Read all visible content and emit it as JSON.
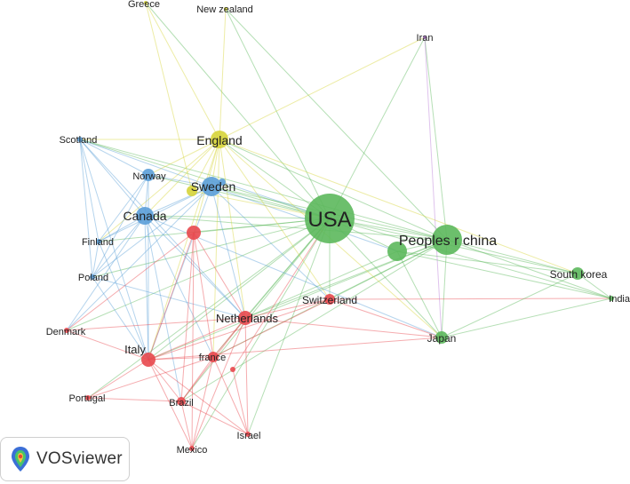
{
  "app": {
    "name": "VOSviewer"
  },
  "colors": {
    "yellow": "#d6d43a",
    "blue": "#5b9fd8",
    "red": "#e8484e",
    "green": "#5cb85c",
    "purple": "#b87ad8"
  },
  "nodes": [
    {
      "id": "greece",
      "label": "Greece",
      "cluster": "yellow",
      "weight": 1
    },
    {
      "id": "new-zealand",
      "label": "New zealand",
      "cluster": "yellow",
      "weight": 1
    },
    {
      "id": "iran",
      "label": "Iran",
      "cluster": "purple",
      "weight": 1
    },
    {
      "id": "england",
      "label": "England",
      "cluster": "yellow",
      "weight": 4
    },
    {
      "id": "scotland",
      "label": "Scotland",
      "cluster": "blue",
      "weight": 1
    },
    {
      "id": "norway",
      "label": "Norway",
      "cluster": "blue",
      "weight": 2
    },
    {
      "id": "sweden",
      "label": "Sweden",
      "cluster": "blue",
      "weight": 4
    },
    {
      "id": "canada",
      "label": "Canada",
      "cluster": "blue",
      "weight": 4
    },
    {
      "id": "usa",
      "label": "USA",
      "cluster": "green",
      "weight": 10
    },
    {
      "id": "peoples-r-china",
      "label": "Peoples r china",
      "cluster": "green",
      "weight": 7
    },
    {
      "id": "finland",
      "label": "Finland",
      "cluster": "blue",
      "weight": 1
    },
    {
      "id": "poland",
      "label": "Poland",
      "cluster": "blue",
      "weight": 1
    },
    {
      "id": "south-korea",
      "label": "South korea",
      "cluster": "green",
      "weight": 2
    },
    {
      "id": "india",
      "label": "India",
      "cluster": "green",
      "weight": 1
    },
    {
      "id": "switzerland",
      "label": "Switzerland",
      "cluster": "red",
      "weight": 2
    },
    {
      "id": "netherlands",
      "label": "Netherlands",
      "cluster": "red",
      "weight": 4
    },
    {
      "id": "denmark",
      "label": "Denmark",
      "cluster": "red",
      "weight": 1
    },
    {
      "id": "japan",
      "label": "Japan",
      "cluster": "green",
      "weight": 2
    },
    {
      "id": "italy",
      "label": "Italy",
      "cluster": "red",
      "weight": 4
    },
    {
      "id": "france",
      "label": "france",
      "cluster": "red",
      "weight": 2
    },
    {
      "id": "portugal",
      "label": "Portugal",
      "cluster": "red",
      "weight": 1
    },
    {
      "id": "brazil",
      "label": "Brazil",
      "cluster": "red",
      "weight": 2
    },
    {
      "id": "israel",
      "label": "Israel",
      "cluster": "red",
      "weight": 1
    },
    {
      "id": "mexico",
      "label": "Mexico",
      "cluster": "red",
      "weight": 1
    },
    {
      "id": "unlabeled-red-1",
      "label": "",
      "cluster": "red",
      "weight": 3
    },
    {
      "id": "unlabeled-green-1",
      "label": "",
      "cluster": "green",
      "weight": 4
    },
    {
      "id": "unlabeled-red-2",
      "label": "",
      "cluster": "red",
      "weight": 1
    },
    {
      "id": "unlabeled-yellow-1",
      "label": "",
      "cluster": "yellow",
      "weight": 2
    },
    {
      "id": "unlabeled-blue-1",
      "label": "",
      "cluster": "blue",
      "weight": 1
    }
  ],
  "edges": [
    [
      "usa",
      "peoples-r-china"
    ],
    [
      "usa",
      "england"
    ],
    [
      "usa",
      "canada"
    ],
    [
      "usa",
      "sweden"
    ],
    [
      "usa",
      "norway"
    ],
    [
      "usa",
      "scotland"
    ],
    [
      "usa",
      "finland"
    ],
    [
      "usa",
      "poland"
    ],
    [
      "usa",
      "south-korea"
    ],
    [
      "usa",
      "india"
    ],
    [
      "usa",
      "japan"
    ],
    [
      "usa",
      "switzerland"
    ],
    [
      "usa",
      "netherlands"
    ],
    [
      "usa",
      "italy"
    ],
    [
      "usa",
      "france"
    ],
    [
      "usa",
      "brazil"
    ],
    [
      "usa",
      "israel"
    ],
    [
      "usa",
      "mexico"
    ],
    [
      "usa",
      "denmark"
    ],
    [
      "usa",
      "portugal"
    ],
    [
      "usa",
      "iran"
    ],
    [
      "usa",
      "new-zealand"
    ],
    [
      "usa",
      "greece"
    ],
    [
      "usa",
      "unlabeled-red-1"
    ],
    [
      "usa",
      "unlabeled-green-1"
    ],
    [
      "peoples-r-china",
      "england"
    ],
    [
      "peoples-r-china",
      "canada"
    ],
    [
      "peoples-r-china",
      "sweden"
    ],
    [
      "peoples-r-china",
      "south-korea"
    ],
    [
      "peoples-r-china",
      "india"
    ],
    [
      "peoples-r-china",
      "japan"
    ],
    [
      "peoples-r-china",
      "iran"
    ],
    [
      "peoples-r-china",
      "netherlands"
    ],
    [
      "peoples-r-china",
      "italy"
    ],
    [
      "peoples-r-china",
      "switzerland"
    ],
    [
      "peoples-r-china",
      "unlabeled-green-1"
    ],
    [
      "peoples-r-china",
      "scotland"
    ],
    [
      "peoples-r-china",
      "new-zealand"
    ],
    [
      "peoples-r-china",
      "france"
    ],
    [
      "peoples-r-china",
      "brazil"
    ],
    [
      "england",
      "greece"
    ],
    [
      "england",
      "new-zealand"
    ],
    [
      "england",
      "sweden"
    ],
    [
      "england",
      "canada"
    ],
    [
      "england",
      "norway"
    ],
    [
      "england",
      "scotland"
    ],
    [
      "england",
      "netherlands"
    ],
    [
      "england",
      "italy"
    ],
    [
      "england",
      "unlabeled-red-1"
    ],
    [
      "england",
      "iran"
    ],
    [
      "england",
      "south-korea"
    ],
    [
      "england",
      "japan"
    ],
    [
      "england",
      "france"
    ],
    [
      "england",
      "switzerland"
    ],
    [
      "england",
      "finland"
    ],
    [
      "sweden",
      "canada"
    ],
    [
      "sweden",
      "norway"
    ],
    [
      "sweden",
      "scotland"
    ],
    [
      "sweden",
      "finland"
    ],
    [
      "sweden",
      "poland"
    ],
    [
      "sweden",
      "netherlands"
    ],
    [
      "sweden",
      "italy"
    ],
    [
      "sweden",
      "denmark"
    ],
    [
      "sweden",
      "unlabeled-green-1"
    ],
    [
      "sweden",
      "switzerland"
    ],
    [
      "canada",
      "norway"
    ],
    [
      "canada",
      "scotland"
    ],
    [
      "canada",
      "finland"
    ],
    [
      "canada",
      "poland"
    ],
    [
      "canada",
      "italy"
    ],
    [
      "canada",
      "netherlands"
    ],
    [
      "canada",
      "france"
    ],
    [
      "canada",
      "denmark"
    ],
    [
      "canada",
      "brazil"
    ],
    [
      "canada",
      "japan"
    ],
    [
      "norway",
      "scotland"
    ],
    [
      "norway",
      "finland"
    ],
    [
      "norway",
      "poland"
    ],
    [
      "norway",
      "italy"
    ],
    [
      "scotland",
      "finland"
    ],
    [
      "scotland",
      "poland"
    ],
    [
      "scotland",
      "italy"
    ],
    [
      "scotland",
      "netherlands"
    ],
    [
      "finland",
      "poland"
    ],
    [
      "finland",
      "italy"
    ],
    [
      "poland",
      "italy"
    ],
    [
      "poland",
      "netherlands"
    ],
    [
      "italy",
      "netherlands"
    ],
    [
      "italy",
      "france"
    ],
    [
      "italy",
      "brazil"
    ],
    [
      "italy",
      "portugal"
    ],
    [
      "italy",
      "denmark"
    ],
    [
      "italy",
      "mexico"
    ],
    [
      "italy",
      "israel"
    ],
    [
      "italy",
      "switzerland"
    ],
    [
      "italy",
      "unlabeled-red-1"
    ],
    [
      "italy",
      "japan"
    ],
    [
      "netherlands",
      "france"
    ],
    [
      "netherlands",
      "switzerland"
    ],
    [
      "netherlands",
      "brazil"
    ],
    [
      "netherlands",
      "israel"
    ],
    [
      "netherlands",
      "mexico"
    ],
    [
      "netherlands",
      "denmark"
    ],
    [
      "netherlands",
      "japan"
    ],
    [
      "netherlands",
      "unlabeled-red-1"
    ],
    [
      "france",
      "brazil"
    ],
    [
      "france",
      "mexico"
    ],
    [
      "france",
      "israel"
    ],
    [
      "france",
      "portugal"
    ],
    [
      "france",
      "switzerland"
    ],
    [
      "brazil",
      "mexico"
    ],
    [
      "brazil",
      "portugal"
    ],
    [
      "brazil",
      "israel"
    ],
    [
      "switzerland",
      "japan"
    ],
    [
      "switzerland",
      "india"
    ],
    [
      "unlabeled-red-1",
      "denmark"
    ],
    [
      "unlabeled-red-1",
      "brazil"
    ],
    [
      "unlabeled-red-1",
      "france"
    ],
    [
      "unlabeled-red-1",
      "mexico"
    ],
    [
      "unlabeled-green-1",
      "japan"
    ],
    [
      "unlabeled-green-1",
      "south-korea"
    ],
    [
      "unlabeled-green-1",
      "india"
    ],
    [
      "unlabeled-green-1",
      "netherlands"
    ],
    [
      "japan",
      "south-korea"
    ],
    [
      "japan",
      "india"
    ],
    [
      "south-korea",
      "india"
    ],
    [
      "unlabeled-red-2",
      "israel"
    ],
    [
      "unlabeled-red-2",
      "usa"
    ],
    [
      "unlabeled-yellow-1",
      "england"
    ],
    [
      "unlabeled-yellow-1",
      "usa"
    ],
    [
      "unlabeled-yellow-1",
      "greece"
    ],
    [
      "unlabeled-blue-1",
      "sweden"
    ],
    [
      "unlabeled-blue-1",
      "usa"
    ],
    [
      "iran",
      "japan"
    ]
  ]
}
